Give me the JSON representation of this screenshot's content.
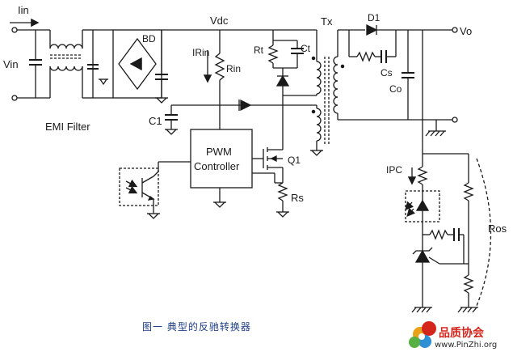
{
  "labels": {
    "iin": "Iin",
    "vin": "Vin",
    "emi_filter": "EMI Filter",
    "bd": "BD",
    "vdc": "Vdc",
    "irin": "IRin",
    "rin": "Rin",
    "rt": "Rt",
    "ct": "Ct",
    "tx": "Tx",
    "d1": "D1",
    "vo": "Vo",
    "cs": "Cs",
    "co": "Co",
    "c1": "C1",
    "pwm_line1": "PWM",
    "pwm_line2": "Controller",
    "q1": "Q1",
    "rs": "Rs",
    "ipc": "IPC",
    "ros": "Ros"
  },
  "caption": "图一   典型的反驰转换器",
  "logo": {
    "name": "品质协会",
    "url": "www.PinZhi.org"
  },
  "colors": {
    "line": "#1a1a1a",
    "caption": "#1f3f8a",
    "logo_red": "#d4251c",
    "logo_text": "#2a2a2a"
  }
}
